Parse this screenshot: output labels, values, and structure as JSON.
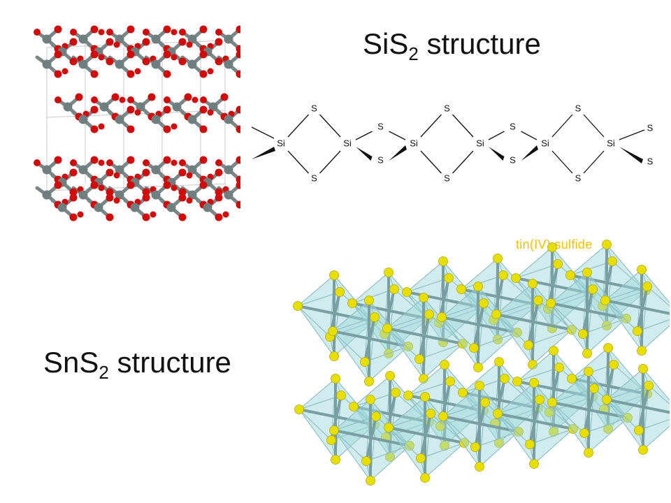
{
  "titles": {
    "sis2": {
      "main": "SiS",
      "sub": "2",
      "rest": " structure"
    },
    "sns2": {
      "main": "SnS",
      "sub": "2",
      "rest": " structure"
    }
  },
  "sns2_caption": "tin(IV) sulfide",
  "chain_labels": {
    "si": "Si",
    "s": "S"
  },
  "colors": {
    "oxygen_red": "#d10a0a",
    "silicon_gray": "#6f7f80",
    "sulfur_yellow": "#e6df00",
    "octahedron_fill": "#9fd7dc",
    "caption_yellow": "#f2c200"
  }
}
